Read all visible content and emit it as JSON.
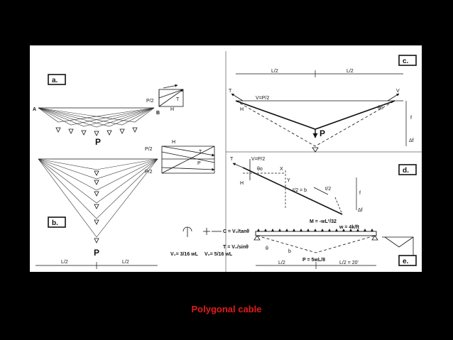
{
  "caption": "Polygonal cable",
  "colors": {
    "background": "#000000",
    "panel": "#ffffff",
    "ink": "#111111",
    "caption": "#e11b1b"
  },
  "panels": {
    "a": {
      "tag": "a.",
      "A": "A",
      "B": "B",
      "P": "P",
      "P2": "P/2",
      "T": "T",
      "H": "H"
    },
    "b": {
      "tag": "b.",
      "P": "P",
      "P2a": "P/2",
      "P2b": "P/2",
      "H": "H",
      "T": "T",
      "Pm": "P",
      "L2a": "L/2",
      "L2b": "L/2"
    },
    "c": {
      "tag": "c.",
      "L2a": "L/2",
      "L2b": "L/2",
      "T": "T",
      "V": "V",
      "VP2": "V=P/2",
      "H": "H",
      "theta": "θo",
      "P": "P",
      "f": "f",
      "df": "Δf"
    },
    "d": {
      "tag": "d.",
      "VP2": "V=P/2",
      "T": "T",
      "H": "H",
      "X": "X",
      "Y": "Y",
      "theta": "θo",
      "ell": "ℓ/2 = b",
      "ell2": "ℓ/2",
      "f": "f",
      "df": "Δf"
    },
    "e": {
      "tag": "e.",
      "M": "M = -wL²/32",
      "w": "w = 4k/ft",
      "C": "C = V₂/tanθ",
      "Tf": "T = V₂/sinθ",
      "V1": "V₁= 3/16 wL",
      "V2": "V₂= 5/16 wL",
      "theta": "θ",
      "b": "b",
      "P": "P = 5wL/8",
      "L2": "L/2",
      "L20": "L/2 = 20'"
    }
  }
}
